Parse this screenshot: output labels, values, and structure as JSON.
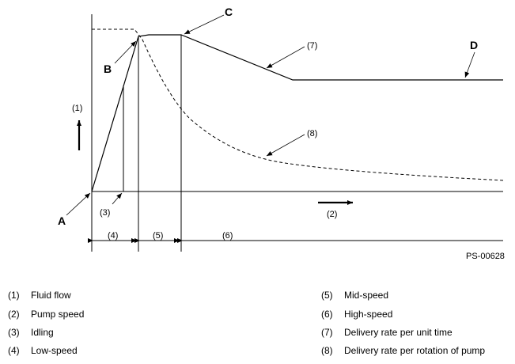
{
  "diagram": {
    "labels": {
      "A": "A",
      "B": "B",
      "C": "C",
      "D": "D",
      "n1": "(1)",
      "n2": "(2)",
      "n3": "(3)",
      "n4": "(4)",
      "n5": "(5)",
      "n6": "(6)",
      "n7": "(7)",
      "n8": "(8)"
    },
    "code": "PS-00628"
  },
  "legend": [
    {
      "num": "(1)",
      "text": "Fluid flow"
    },
    {
      "num": "(2)",
      "text": "Pump speed"
    },
    {
      "num": "(3)",
      "text": "Idling"
    },
    {
      "num": "(4)",
      "text": "Low-speed"
    },
    {
      "num": "(5)",
      "text": "Mid-speed"
    },
    {
      "num": "(6)",
      "text": "High-speed"
    },
    {
      "num": "(7)",
      "text": "Delivery rate per unit time"
    },
    {
      "num": "(8)",
      "text": "Delivery rate per rotation of pump"
    }
  ]
}
